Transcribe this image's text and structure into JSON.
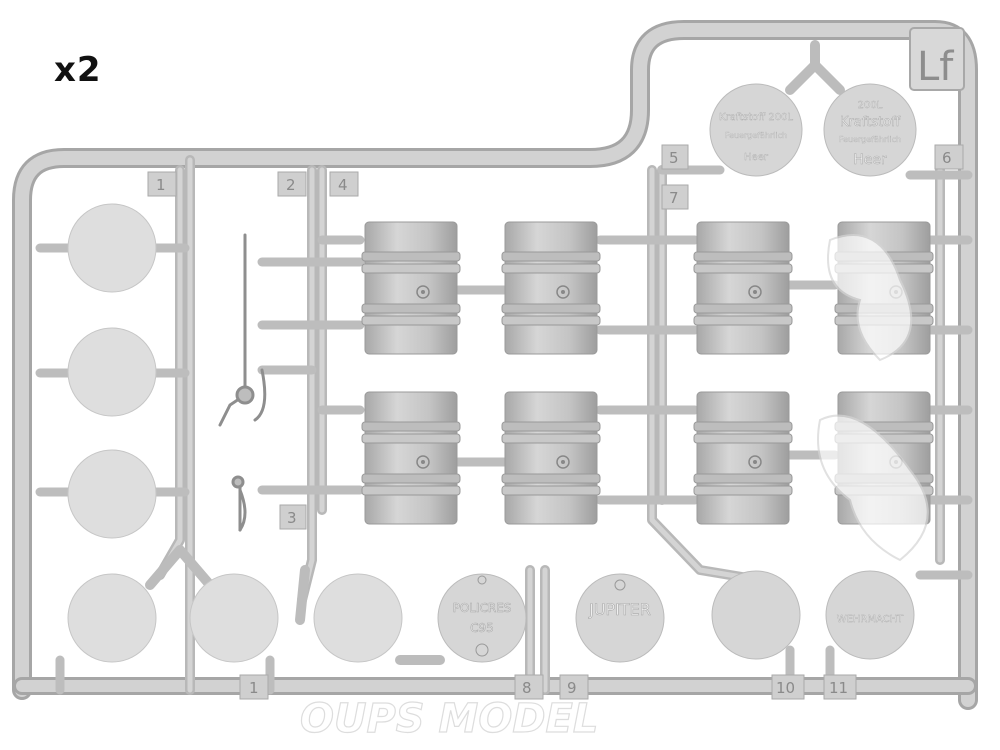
{
  "quantity_label": "x2",
  "sprue_letter": "Lf",
  "part_numbers": {
    "p1": "1",
    "p2": "2",
    "p3": "3",
    "p4": "4",
    "p5": "5",
    "p6": "6",
    "p7": "7",
    "p8": "8",
    "p9": "9",
    "p10": "10",
    "p11": "11",
    "p1b": "1"
  },
  "decal_discs": {
    "kraftstoff_small": [
      "Kraftstoff 200L",
      "Feuergefährlich",
      "Heer"
    ],
    "kraftstoff_large": [
      "200L",
      "Kraftstoff",
      "Feuergefährlich",
      "Heer"
    ],
    "policres": [
      "POLICRES",
      "C95"
    ],
    "jupiter": [
      "JUPITER"
    ],
    "wehrmacht": [
      "WEHRMACHT"
    ]
  },
  "watermark": "OUPS MODEL",
  "colors": {
    "plastic": "#c9c9c9",
    "plastic_dark": "#a9a9a9",
    "plastic_light": "#dcdcdc",
    "background": "#ffffff"
  }
}
